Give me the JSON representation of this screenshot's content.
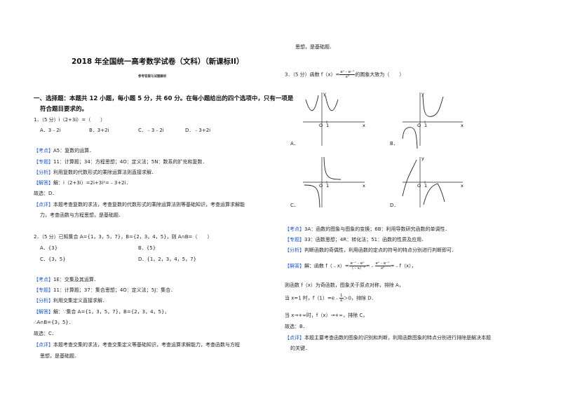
{
  "header": {
    "title": "2018 年全国统一高考数学试卷（文科）（新课标II）",
    "subtitle": "参考答案与试题解析"
  },
  "right_top_text": "思想，是基础题．",
  "section1": {
    "line1": "一、选择题：本题共 12 小题，每小题 5 分，共 60 分。在每小题给出的四个选项中，只有一项是",
    "line2": "符合题目要求的。"
  },
  "q1": {
    "stem": "1．（5 分）i（2+3i）=（　　）",
    "options": [
      "A．3﹣2i",
      "B．3+2i",
      "C．﹣3﹣2i",
      "D．﹣3+2i"
    ],
    "kaodian_tag": "【考点】",
    "kaodian": "A5：复数的运算．",
    "zhuanti_tag": "【专题】",
    "zhuanti": "11：计算题；34：方程思想；4O：定义法；5N：数系的扩充和复数．",
    "fenxi_tag": "【分析】",
    "fenxi": "利用复数的代数形式的乘除运算法则直接求解．",
    "jieda_tag": "【解答】",
    "jieda": "解：i（2+3i）=2i+3i²=﹣3+2i．",
    "guxuan": "故选：D．",
    "dianping_tag": "【点评】",
    "dianping1": "本题考查复数的求法，考查复数的代数形式的乘除运算法则等基础知识，考查运算求解能",
    "dianping2": "力，考查函数与方程思想，是基础题．"
  },
  "q2": {
    "stem": "2．（5 分）已知集合 A={1，3，5，7}，B={2，3，4，5}，则 A∩B=（　　）",
    "options": [
      "A．{3}",
      "B．{5}",
      "C．{3，5}",
      "D．{1，2，3，4，5，7}"
    ],
    "kaodian_tag": "【考点】",
    "kaodian": "1E：交集及其运算．",
    "zhuanti_tag": "【专题】",
    "zhuanti": "11：计算题；37：集合思想；4O：定义法；5J：集合．",
    "fenxi_tag": "【分析】",
    "fenxi": "利用交集定义直接求解．",
    "jieda_tag": "【解答】",
    "jieda": "解：∵集合 A={1，3，5，7}，B={2，3，4，5}，",
    "jieda2": "∴A∩B={3，5}．",
    "guxuan": "故选：C．",
    "dianping_tag": "【点评】",
    "dianping1": "本题考查交集的求法，考查交集定义等基础知识，考查运算求解能力，考查函数与方程",
    "dianping2": "思想，是基础题．"
  },
  "q3": {
    "stem_prefix": "3．（5 分）函数 f（x）=",
    "frac_num": "eˣ﹣e⁻ˣ",
    "frac_den": "x²",
    "stem_suffix": "的图象大致为（　　）",
    "labels": [
      "A．",
      "B．",
      "C．",
      "D．"
    ],
    "axis_x": "x",
    "axis_y": "y",
    "origin": "O",
    "one": "1",
    "kaodian_tag": "【考点】",
    "kaodian": "3A：函数的图象与图象的变换；6B：利用导数研究函数的单调性．",
    "zhuanti_tag": "【专题】",
    "zhuanti": "33：函数思想；4R：转化法；51：函数的性质及应用．",
    "fenxi_tag": "【分析】",
    "fenxi": "判断函数的奇偶性，利用函数的定点的符号的特点分别进行判断即可．",
    "jieda_tag": "【解答】",
    "jieda_prefix": "解：函数 f（﹣x）=",
    "jieda_num1": "e⁻ˣ﹣eˣ",
    "jieda_den1": "（﹣x）²",
    "jieda_mid": "=﹣",
    "jieda_num2": "eˣ﹣e⁻ˣ",
    "jieda_den2": "x²",
    "jieda_suffix": "=﹣f（x），",
    "line_odd": "则函数 f（x）为奇函数，图象关于原点对称，排除 A，",
    "line_x1_prefix": "当 x=1 时，f（1）=e﹣",
    "line_x1_num": "1",
    "line_x1_den": "e",
    "line_x1_suffix": "＞0，排除 D．",
    "line_inf": "当 x→+∞时，f（x）→+∞，排除 C，",
    "guxuan": "故选：B．",
    "dianping_tag": "【点评】",
    "dianping1": "本题主要考查函数的图象的识别和判断，利用函数图象的特点分别进行排除是解决本题",
    "dianping2": "的关键．"
  }
}
